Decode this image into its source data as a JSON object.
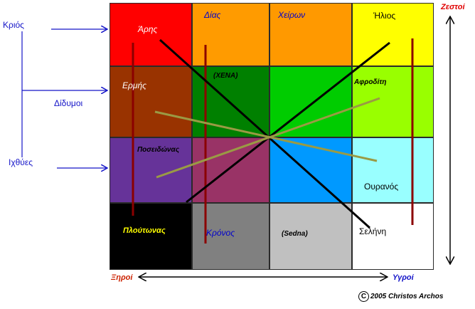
{
  "colors": {
    "grid": [
      "#ff0000",
      "#ff9b00",
      "#ff9900",
      "#ffff00",
      "#993300",
      "#008000",
      "#00cc00",
      "#99ff00",
      "#663399",
      "#993366",
      "#0099ff",
      "#99ffff",
      "#000000",
      "#808080",
      "#c0c0c0",
      "#ffffff"
    ],
    "side_blue": "#1414c8",
    "hot_red": "#e00000",
    "dry_red": "#cc2200",
    "wet_blue": "#1414c8",
    "line_black": "#000000",
    "line_olive": "#9a9a44",
    "line_dark_red": "#8b0000"
  },
  "cells": [
    {
      "text": "Άρης",
      "color": "#ffffff",
      "style": "normal-italic"
    },
    {
      "text": "Δίας",
      "color": "#0000cc",
      "style": "normal-italic"
    },
    {
      "text": "Χείρων",
      "color": "#0000cc",
      "style": "normal-italic"
    },
    {
      "text": "Ήλιος",
      "color": "#000000",
      "style": "normal"
    },
    {
      "text": "Ερμής",
      "color": "#ffffff",
      "style": "normal-italic"
    },
    {
      "text": "(XENA)",
      "color": "#000000",
      "style": "bold-italic-small"
    },
    {
      "text": "",
      "color": "#000000",
      "style": "normal"
    },
    {
      "text": "Αφροδίτη",
      "color": "#000000",
      "style": "bold-italic-small"
    },
    {
      "text": "Ποσειδώνας",
      "color": "#000000",
      "style": "bold-italic-small"
    },
    {
      "text": "",
      "color": "#000000",
      "style": "normal"
    },
    {
      "text": "",
      "color": "#000000",
      "style": "normal"
    },
    {
      "text": "Ουρανός",
      "color": "#000000",
      "style": "normal"
    },
    {
      "text": "Πλούτωνας",
      "color": "#ffff00",
      "style": "bold-italic"
    },
    {
      "text": "Κρόνος",
      "color": "#0000cc",
      "style": "normal-italic"
    },
    {
      "text": "(Sedna)",
      "color": "#000000",
      "style": "bold-italic-small"
    },
    {
      "text": "Σελήνη",
      "color": "#000000",
      "style": "normal"
    }
  ],
  "side_labels": {
    "krios": "Κριός",
    "didymoi": "Δίδυμοι",
    "ichthyes": "Ιχθύες"
  },
  "axes": {
    "hot": "Ζεστοί",
    "dry": "Ξηροί",
    "wet": "Υγροί"
  },
  "copyright": {
    "symbol": "C",
    "text": "2005   Christos Archos"
  }
}
